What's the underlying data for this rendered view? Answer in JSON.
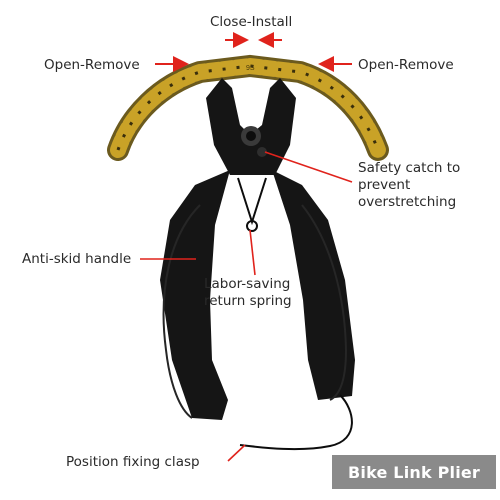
{
  "annotations": {
    "close_install": "Close-Install",
    "open_remove_left": "Open-Remove",
    "open_remove_right": "Open-Remove",
    "safety_catch": "Safety catch to\nprevent\noverstretching",
    "anti_skid": "Anti-skid handle",
    "return_spring": "Labor-saving\nreturn spring",
    "fixing_clasp": "Position fixing clasp"
  },
  "chain_marking": "9S",
  "product_title": "Bike Link Plier",
  "colors": {
    "arrow": "#e0231c",
    "tool": "#151515",
    "chain": "#c9a227",
    "badge": "#8a8a8a"
  }
}
